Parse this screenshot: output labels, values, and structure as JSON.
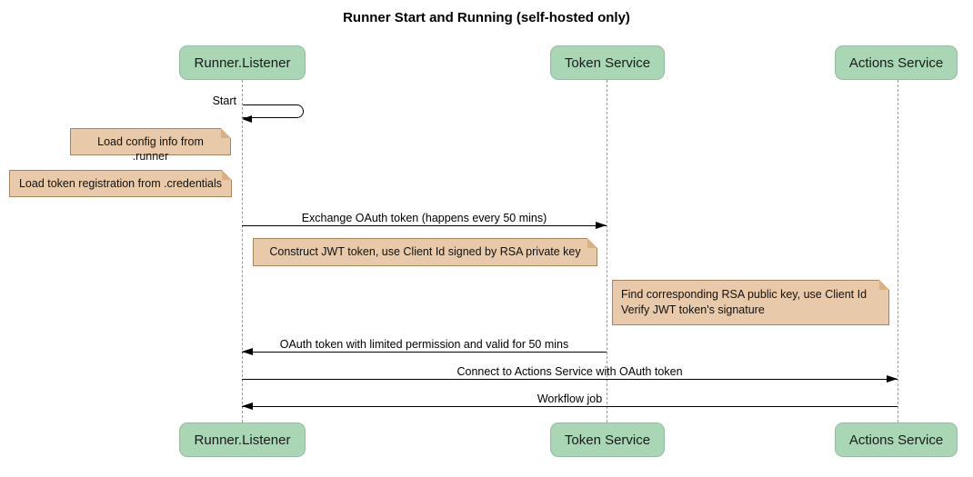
{
  "title": "Runner Start and Running (self-hosted only)",
  "participants": [
    {
      "id": "runner-listener",
      "label": "Runner.Listener"
    },
    {
      "id": "token-service",
      "label": "Token Service"
    },
    {
      "id": "actions-service",
      "label": "Actions Service"
    }
  ],
  "self_message": {
    "label": "Start",
    "on": "Runner.Listener"
  },
  "notes": [
    {
      "lines": [
        "Load config info from .runner"
      ]
    },
    {
      "lines": [
        "Load token registration from .credentials"
      ]
    },
    {
      "lines": [
        "Construct JWT token, use Client Id signed by RSA private key"
      ]
    },
    {
      "lines": [
        "Find corresponding RSA public key, use Client Id",
        "Verify JWT token's signature"
      ]
    }
  ],
  "messages": [
    {
      "label": "Exchange OAuth token (happens every 50 mins)",
      "from": "Runner.Listener",
      "to": "Token Service"
    },
    {
      "label": "OAuth token with limited permission and valid for 50 mins",
      "from": "Token Service",
      "to": "Runner.Listener"
    },
    {
      "label": "Connect to Actions Service with OAuth token",
      "from": "Runner.Listener",
      "to": "Actions Service"
    },
    {
      "label": "Workflow job",
      "from": "Actions Service",
      "to": "Runner.Listener"
    }
  ],
  "colors": {
    "participant_fill": "#A9D6B4",
    "participant_border": "#94BC9E",
    "note_fill": "#E8C9A9",
    "note_border": "#A8855E",
    "lifeline": "#999999",
    "line": "#000000"
  }
}
